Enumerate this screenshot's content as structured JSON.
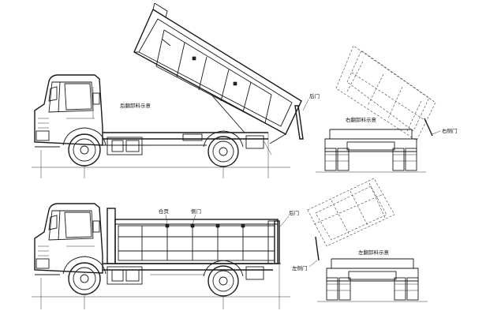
{
  "labels": {
    "rear_dump": "后翻卸料示意",
    "rear_door_top": "后门",
    "right_dump": "右翻卸料示意",
    "right_door": "右侧门",
    "top_panel": "仓页",
    "side_door": "侧门",
    "rear_door_bottom": "后门",
    "left_dump": "左翻卸料示意",
    "left_door": "左侧门"
  }
}
